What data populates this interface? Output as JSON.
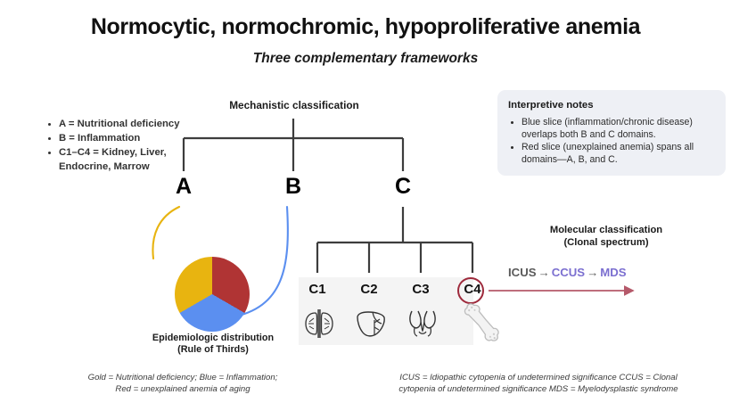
{
  "header": {
    "title": "Normocytic, normochromic, hypoproliferative anemia",
    "subtitle": "Three complementary frameworks"
  },
  "legend": {
    "items": [
      "A = Nutritional deficiency",
      "B = Inflammation",
      "C1–C4 = Kidney, Liver, Endocrine, Marrow"
    ]
  },
  "mechanistic": {
    "title": "Mechanistic classification",
    "nodes": [
      {
        "label": "A"
      },
      {
        "label": "B"
      },
      {
        "label": "C"
      }
    ],
    "subnodes": [
      {
        "label": "C1",
        "icon": "kidneys-icon"
      },
      {
        "label": "C2",
        "icon": "liver-icon"
      },
      {
        "label": "C3",
        "icon": "endocrine-icon"
      },
      {
        "label": "C4",
        "icon": "bone-marrow-icon"
      }
    ]
  },
  "pie": {
    "caption_line1": "Epidemiologic distribution",
    "caption_line2": "(Rule of Thirds)"
  },
  "notes": {
    "title": "Interpretive notes",
    "items": [
      "Blue slice (inflammation/chronic disease) overlaps both B and C domains.",
      "Red slice (unexplained anemia) spans all domains—A, B, and C."
    ]
  },
  "molecular": {
    "title_line1": "Molecular classification",
    "title_line2": "(Clonal spectrum)",
    "stages": [
      "ICUS",
      "CCUS",
      "MDS"
    ],
    "arrow": "→"
  },
  "footnotes": {
    "left_line1": "Gold = Nutritional deficiency; Blue = Inflammation;",
    "left_line2": "Red = unexplained anemia of aging",
    "right_line1": "ICUS = Idiopathic cytopenia of undetermined significance    CCUS = Clonal",
    "right_line2": "cytopenia of undetermined significance    MDS = Myelodysplastic syndrome"
  },
  "colors": {
    "gold": "#e8b410",
    "blue": "#5b8ff0",
    "red": "#b03434",
    "c4_ring": "#9e2a3c",
    "arrow_red": "#b5596a",
    "purple": "#7b6fd0",
    "notes_bg": "#eef0f5",
    "panel_bg": "#f4f4f4"
  },
  "chart_data": {
    "type": "pie",
    "title": "Epidemiologic distribution (Rule of Thirds)",
    "categories": [
      "Nutritional deficiency",
      "Inflammation",
      "Unexplained anemia of aging"
    ],
    "values": [
      33.3,
      33.3,
      33.3
    ],
    "colors": [
      "#e8b410",
      "#5b8ff0",
      "#b03434"
    ],
    "legend_position": "below"
  }
}
